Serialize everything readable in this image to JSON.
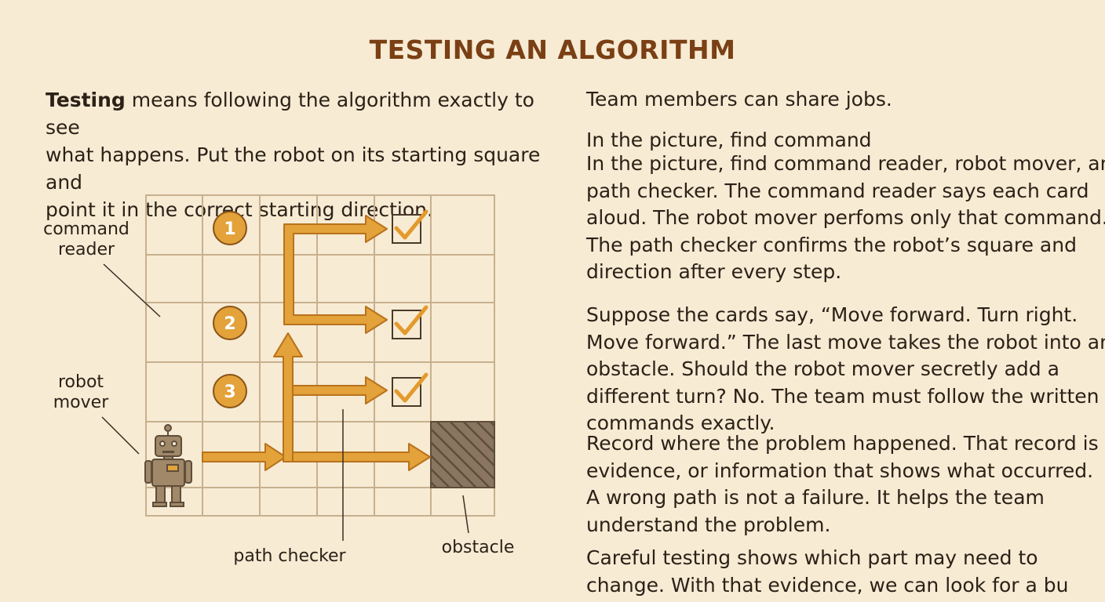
{
  "title": "TESTING AN ALGORITHM",
  "intro": {
    "bold": "Testing",
    "line1_rest": " means following the algorithm exactly to see",
    "line2": "what happens. Put the robot on its starting square and",
    "line3": "point it in the correct starting direction."
  },
  "right": {
    "p1": "Team members can share jobs.",
    "p2_fragment": "In the picture, find command",
    "p2_lines": [
      "In the picture, find command reader, robot mover, and",
      "path checker. The command reader says each card",
      "aloud. The robot mover perfoms only that command.",
      "The path checker confirms the robot’s square and",
      "direction after every step."
    ],
    "p3_lines": [
      "Suppose the cards say, “Move forward. Turn right.",
      "Move forward.” The last move takes the robot into an",
      "obstacle. Should the robot mover secretly add a",
      "different turn? No. The team must follow the written",
      "commands exactly."
    ],
    "p4_lines": [
      "Record where the problem happened. That record is",
      "evidence, or information that shows what occurred.",
      "A wrong path is not a failure. It helps the team",
      "understand the problem."
    ],
    "p5_lines": [
      "Careful testing shows which part may need to",
      "change. With that evidence, we can look for a bu"
    ]
  },
  "diagram": {
    "labels": {
      "command_reader_1": "command",
      "command_reader_2": "reader",
      "robot_mover_1": "robot",
      "robot_mover_2": "mover",
      "path_checker": "path checker",
      "obstacle": "obstacle"
    },
    "steps": [
      "1",
      "2",
      "3"
    ],
    "colors": {
      "accent": "#e3a23a",
      "accent_dark": "#b9721c",
      "grid": "#c8b08e",
      "obstacle": "#7d6a55",
      "robot": "#a08868"
    }
  }
}
